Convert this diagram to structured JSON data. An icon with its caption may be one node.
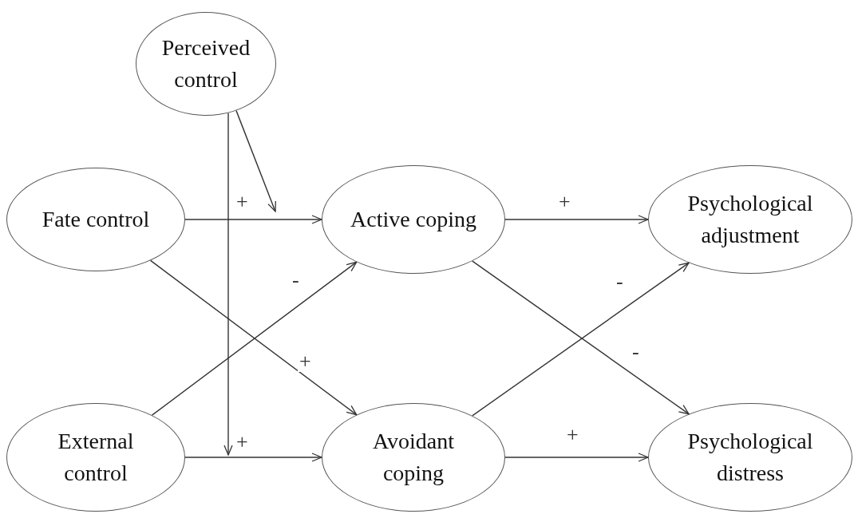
{
  "diagram": {
    "nodes": [
      {
        "text": [
          "Perceived control"
        ]
      },
      {
        "text": [
          "Fate control"
        ]
      },
      {
        "text": [
          "Active coping"
        ]
      },
      {
        "text": [
          "Psychological adjustment"
        ]
      },
      {
        "text": [
          "External control"
        ]
      },
      {
        "text": [
          "Avoidant coping"
        ]
      },
      {
        "text": [
          "Psychological distress"
        ]
      }
    ],
    "edges": [
      {
        "from": 1,
        "to": 2,
        "arrow": "to",
        "label": "+"
      },
      {
        "from": 1,
        "to": 5,
        "arrow": "to",
        "label": "+"
      },
      {
        "from": 4,
        "to": 2,
        "arrow": "to",
        "label": "-"
      },
      {
        "from": 2,
        "to": 3,
        "arrow": "to",
        "label": "+"
      },
      {
        "from": 2,
        "to": 6,
        "arrow": "to",
        "label": "-"
      },
      {
        "from": 5,
        "to": 3,
        "arrow": "to",
        "label": "-"
      },
      {
        "from": 5,
        "to": 6,
        "arrow": "to",
        "label": "+"
      },
      {
        "from": 0,
        "to": null,
        "arrow": "to"
      },
      {
        "from": 0,
        "to": null,
        "arrow": "to"
      },
      {
        "from": 4,
        "to": 5,
        "arrow": "to",
        "label": "+"
      }
    ]
  }
}
